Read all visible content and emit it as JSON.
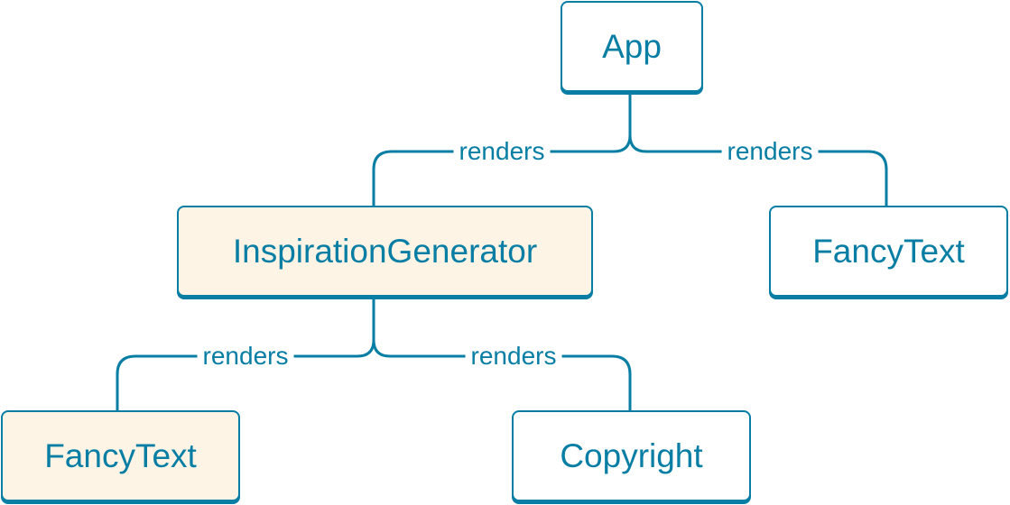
{
  "colors": {
    "stroke": "#087ea4",
    "text": "#087ea4",
    "highlight_fill": "#fdf4e5",
    "default_fill": "#ffffff"
  },
  "nodes": {
    "app": {
      "label": "App",
      "highlighted": false
    },
    "inspiration_generator": {
      "label": "InspirationGenerator",
      "highlighted": true
    },
    "fancy_text_right": {
      "label": "FancyText",
      "highlighted": false
    },
    "fancy_text_left": {
      "label": "FancyText",
      "highlighted": true
    },
    "copyright": {
      "label": "Copyright",
      "highlighted": false
    }
  },
  "edges": {
    "app_to_inspiration": {
      "label": "renders"
    },
    "app_to_fancy_text": {
      "label": "renders"
    },
    "inspiration_to_fancy_text": {
      "label": "renders"
    },
    "inspiration_to_copyright": {
      "label": "renders"
    }
  }
}
